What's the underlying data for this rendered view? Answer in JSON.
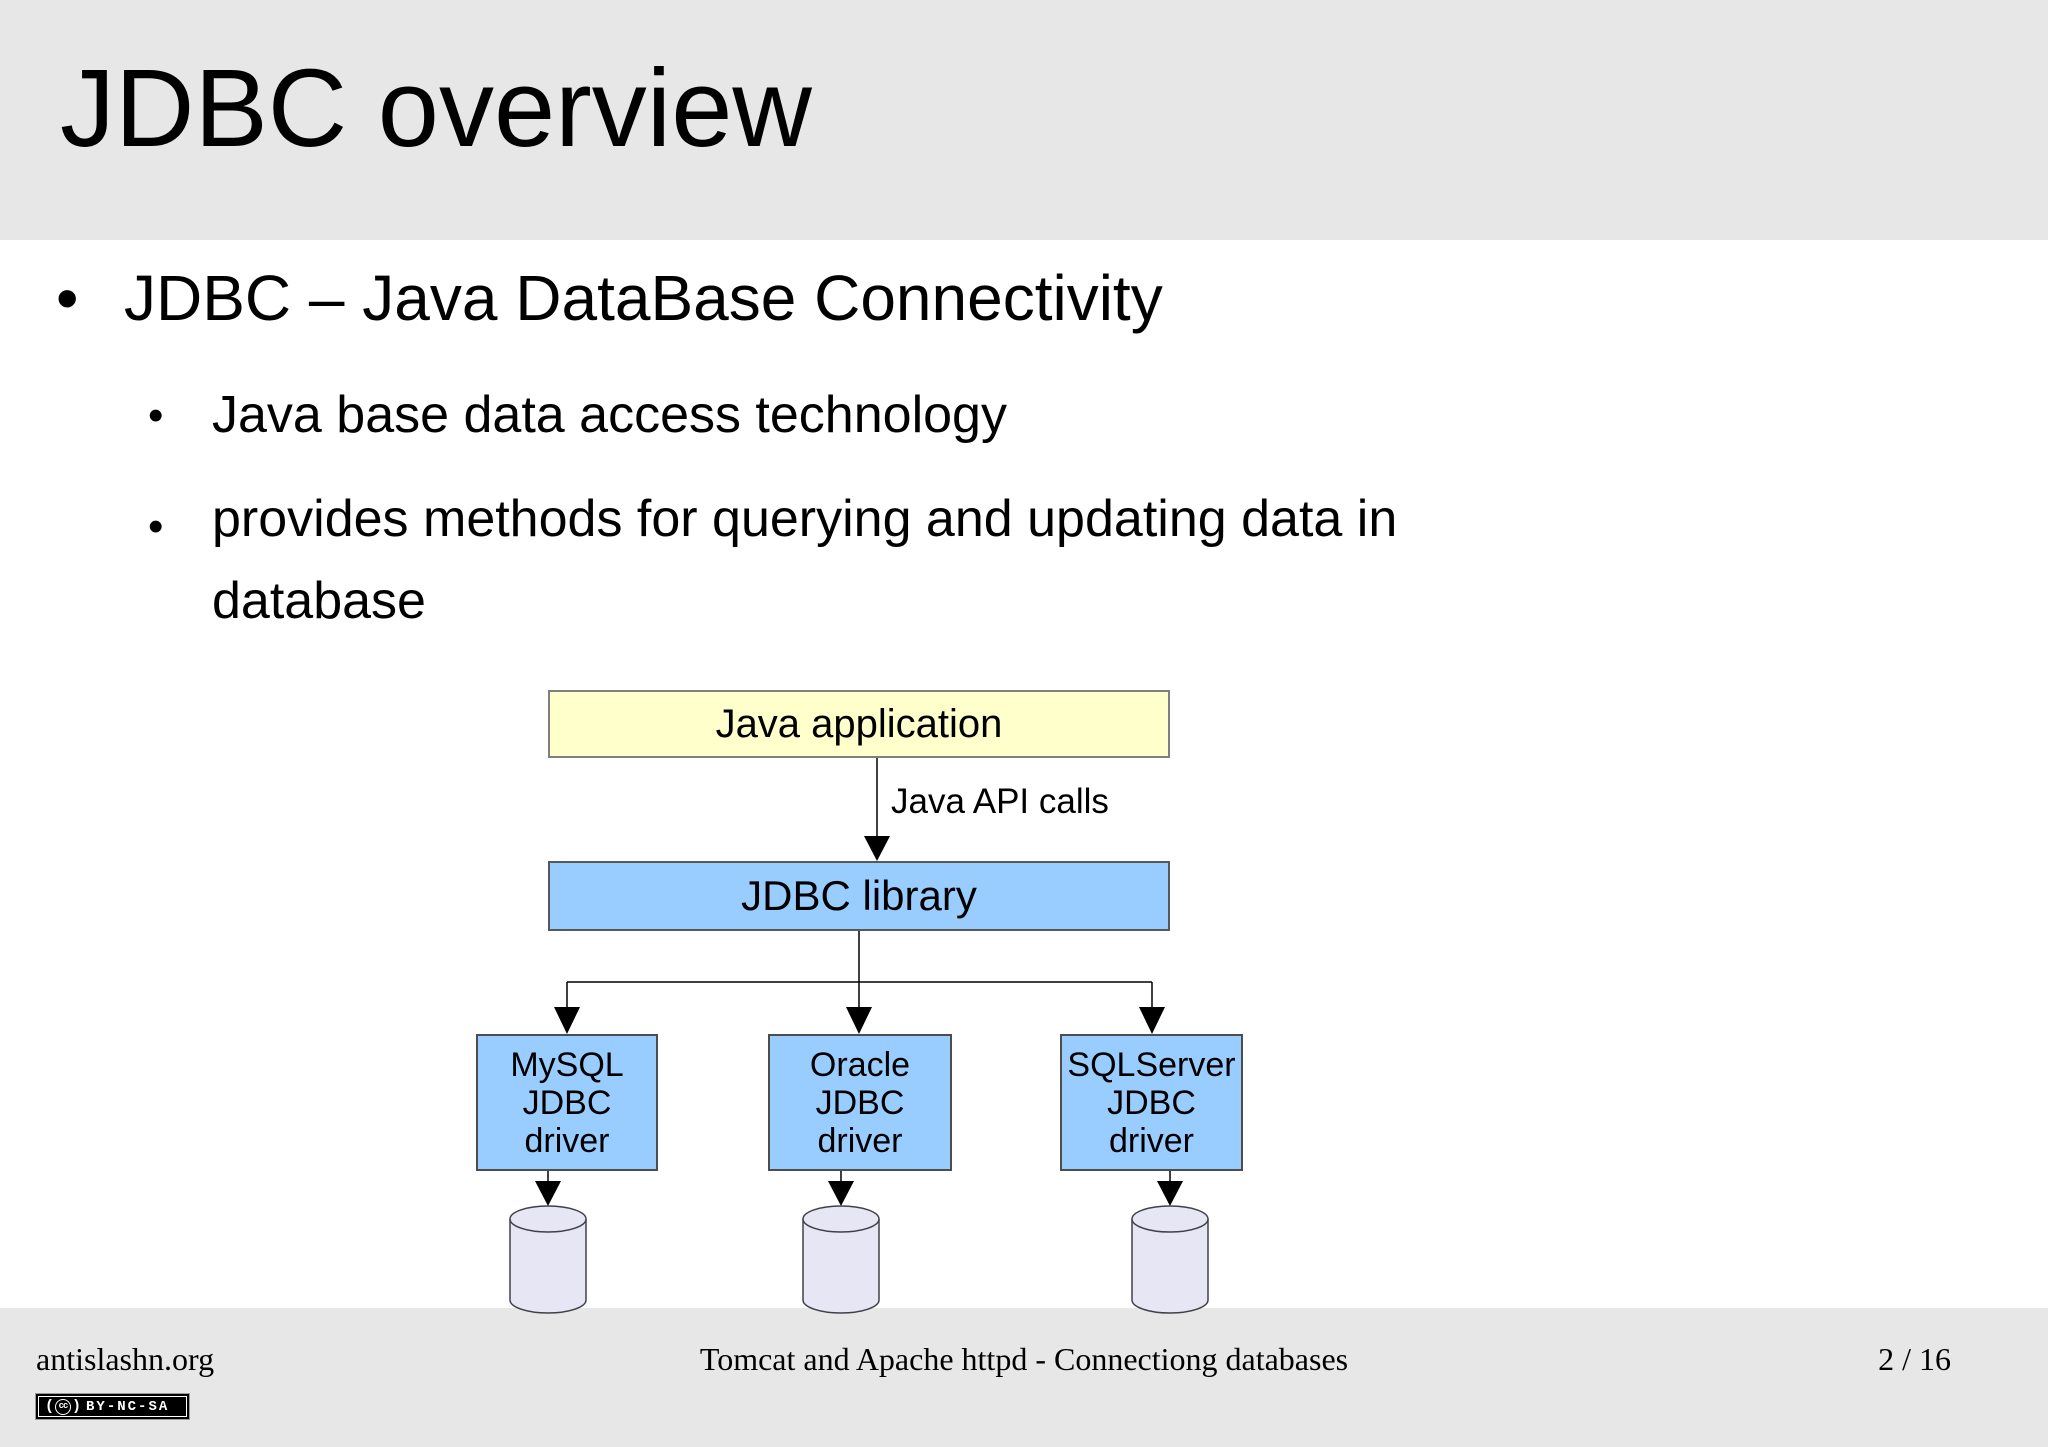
{
  "slide": {
    "title": "JDBC overview",
    "bullets": [
      {
        "level": 1,
        "text": "JDBC – Java DataBase Connectivity"
      },
      {
        "level": 2,
        "text": "Java base data access technology"
      },
      {
        "level": 2,
        "line1": "provides methods for querying and updating data in",
        "line2": "database"
      }
    ],
    "diagram": {
      "app_box_label": "Java application",
      "arrow_label": "Java API calls",
      "library_box_label": "JDBC library",
      "drivers": [
        {
          "line1": "MySQL",
          "line2": "JDBC",
          "line3": "driver"
        },
        {
          "line1": "Oracle",
          "line2": "JDBC",
          "line3": "driver"
        },
        {
          "line1": "SQLServer",
          "line2": "JDBC",
          "line3": "driver"
        }
      ]
    },
    "footer": {
      "left": "antislashn.org",
      "center": "Tomcat and Apache httpd - Connectiong databases",
      "page": "2 / 16",
      "license_badge": {
        "logo": "cc",
        "text": "BY-NC-SA"
      }
    },
    "glyphs": {
      "bullet": "•"
    },
    "colors": {
      "band_gray": "#e7e7e7",
      "app_box_fill": "#ffffcc",
      "blue_box_fill": "#99ccff",
      "cylinder_fill": "#e6e6f5",
      "text": "#000000"
    }
  }
}
